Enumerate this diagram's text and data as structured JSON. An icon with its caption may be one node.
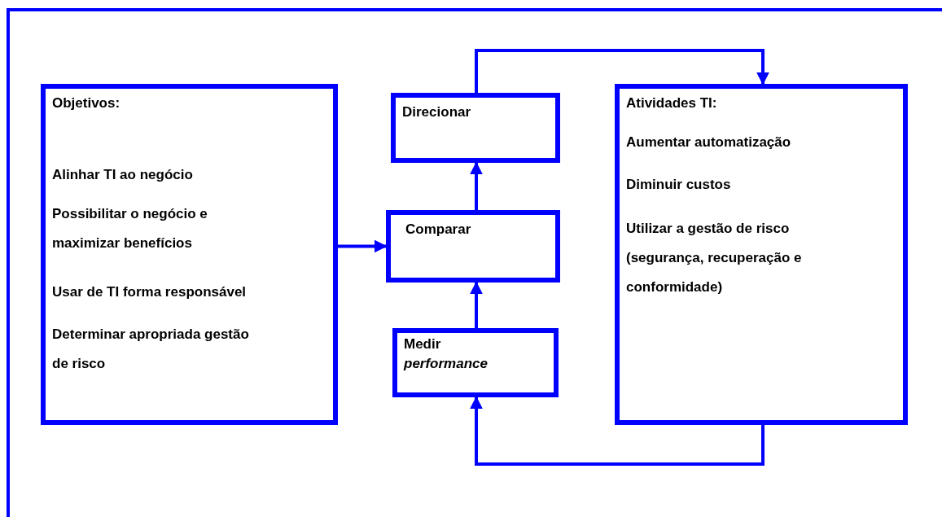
{
  "diagram": {
    "nodes": [
      {
        "text": [
          "Objetivos:",
          "Alinhar TI ao negócio",
          "Possibilitar o negócio e maximizar benefícios",
          "Usar de TI forma responsável",
          "Determinar apropriada gestão de risco"
        ]
      },
      {
        "text": [
          "Direcionar"
        ]
      },
      {
        "text": [
          "Comparar"
        ]
      },
      {
        "text": [
          "Medir *performance*"
        ]
      },
      {
        "text": [
          "Atividades TI:",
          "Aumentar automatização",
          "Diminuir custos",
          "Utilizar a gestão de risco (segurança, recuperação e conformidade)"
        ]
      }
    ],
    "edges": [
      {
        "from": 0,
        "to": 2,
        "arrow": "to"
      },
      {
        "from": 2,
        "to": 1,
        "arrow": "to"
      },
      {
        "from": 3,
        "to": 2,
        "arrow": "to"
      },
      {
        "from": 1,
        "to": 4,
        "arrow": "to"
      },
      {
        "from": 4,
        "to": 3,
        "arrow": "to"
      }
    ]
  }
}
